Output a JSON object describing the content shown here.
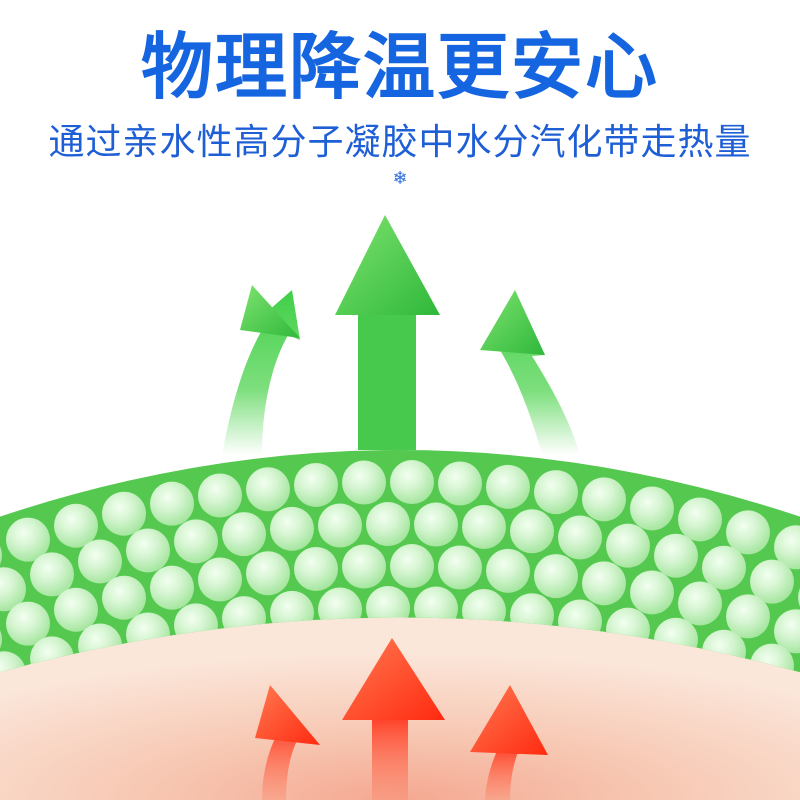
{
  "header": {
    "title": "物理降温更安心",
    "subtitle": "通过亲水性高分子凝胶中水分汽化带走热量",
    "decor_icon": "snowflake-icon"
  },
  "colors": {
    "title": "#1565e0",
    "gel_green": "#55c94f",
    "cool_arrow": "#5bd15a",
    "heat_arrow": "#ff4a2a",
    "skin": "#f8dccb"
  },
  "illustration": {
    "cool_arrows": [
      "arrow-up-left-curved",
      "arrow-up-straight",
      "arrow-up-right-curved"
    ],
    "heat_arrows": [
      "arrow-up-left-curved",
      "arrow-up-straight",
      "arrow-up-right-curved"
    ]
  }
}
